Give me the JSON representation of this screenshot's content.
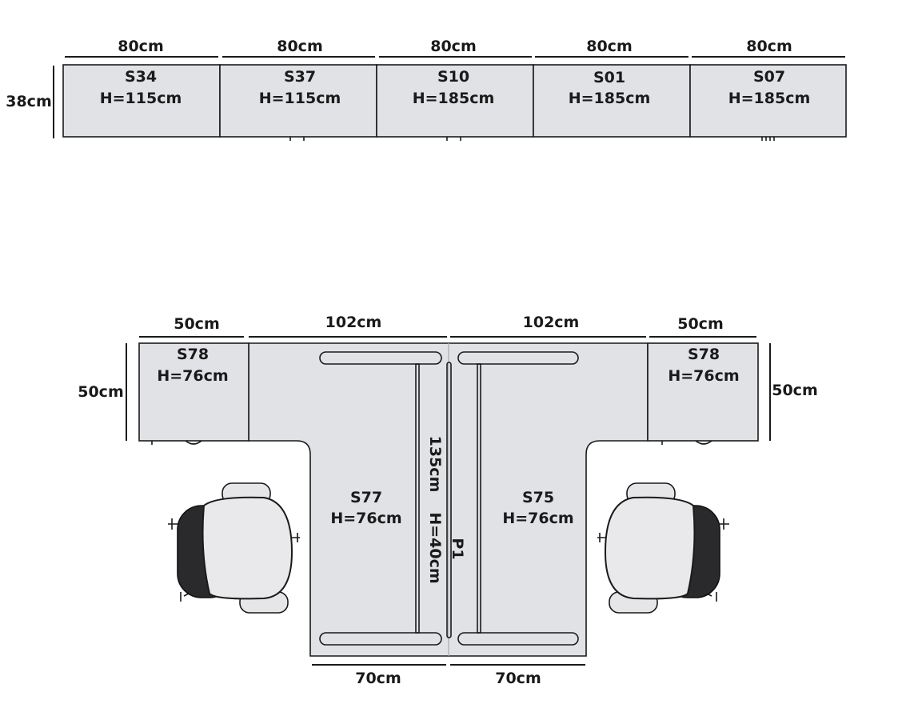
{
  "top_row": {
    "depth_label": "38cm",
    "units": [
      {
        "width": "80cm",
        "code": "S34",
        "height": "H=115cm"
      },
      {
        "width": "80cm",
        "code": "S37",
        "height": "H=115cm"
      },
      {
        "width": "80cm",
        "code": "S10",
        "height": "H=185cm"
      },
      {
        "width": "80cm",
        "code": "S01",
        "height": "H=185cm"
      },
      {
        "width": "80cm",
        "code": "S07",
        "height": "H=185cm"
      }
    ]
  },
  "desk_layout": {
    "left_cabinet": {
      "width": "50cm",
      "depth": "50cm",
      "code": "S78",
      "height": "H=76cm"
    },
    "right_cabinet": {
      "width": "50cm",
      "depth": "50cm",
      "code": "S78",
      "height": "H=76cm"
    },
    "left_desk": {
      "width": "102cm",
      "stem_width": "70cm",
      "code": "S77",
      "height": "H=76cm"
    },
    "right_desk": {
      "width": "102cm",
      "stem_width": "70cm",
      "code": "S75",
      "height": "H=76cm"
    },
    "panel": {
      "length": "135cm",
      "height": "H=40cm",
      "code": "P1"
    }
  }
}
